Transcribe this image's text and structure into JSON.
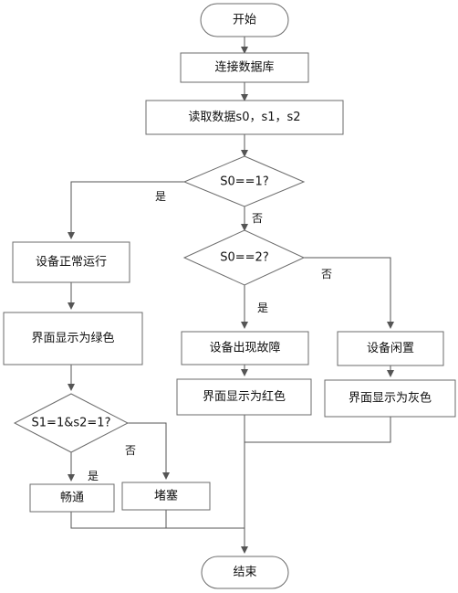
{
  "nodes": {
    "start": "开始",
    "connect_db": "连接数据库",
    "read_data": "读取数据s0，s1，s2",
    "cond_s0_1": "S0==1?",
    "cond_s0_2": "S0==2?",
    "running": "设备正常运行",
    "green": "界面显示为绿色",
    "cond_s1s2": "S1=1&s2=1?",
    "smooth": "畅通",
    "blocked": "堵塞",
    "fault": "设备出现故障",
    "red": "界面显示为红色",
    "idle": "设备闲置",
    "gray": "界面显示为灰色",
    "end": "结束"
  },
  "edge_labels": {
    "yes": "是",
    "no": "否"
  }
}
